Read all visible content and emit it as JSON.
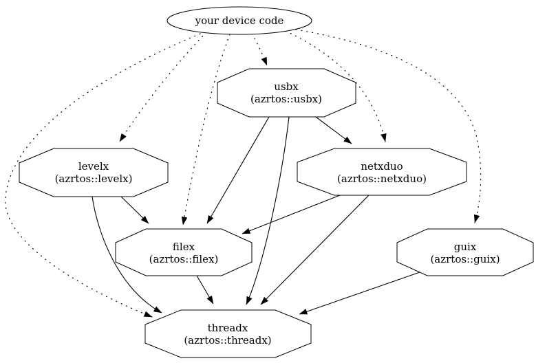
{
  "diagram": {
    "background_color": "#ffffff",
    "line_color": "#000000",
    "nodes": [
      {
        "id": "device",
        "label": "your device code",
        "sublabel": "",
        "shape": "ellipse"
      },
      {
        "id": "usbx",
        "label": "usbx",
        "sublabel": "(azrtos::usbx)",
        "shape": "octagon"
      },
      {
        "id": "levelx",
        "label": "levelx",
        "sublabel": "(azrtos::levelx)",
        "shape": "octagon"
      },
      {
        "id": "netxduo",
        "label": "netxduo",
        "sublabel": "(azrtos::netxduo)",
        "shape": "octagon"
      },
      {
        "id": "filex",
        "label": "filex",
        "sublabel": "(azrtos::filex)",
        "shape": "octagon"
      },
      {
        "id": "guix",
        "label": "guix",
        "sublabel": "(azrtos::guix)",
        "shape": "octagon"
      },
      {
        "id": "threadx",
        "label": "threadx",
        "sublabel": "(azrtos::threadx)",
        "shape": "octagon"
      }
    ],
    "edges": [
      {
        "from": "your device code",
        "to": "usbx",
        "style": "dotted"
      },
      {
        "from": "your device code",
        "to": "levelx",
        "style": "dotted"
      },
      {
        "from": "your device code",
        "to": "filex",
        "style": "dotted"
      },
      {
        "from": "your device code",
        "to": "netxduo",
        "style": "dotted"
      },
      {
        "from": "your device code",
        "to": "guix",
        "style": "dotted"
      },
      {
        "from": "your device code",
        "to": "threadx",
        "style": "dotted"
      },
      {
        "from": "usbx",
        "to": "netxduo",
        "style": "solid"
      },
      {
        "from": "usbx",
        "to": "filex",
        "style": "solid"
      },
      {
        "from": "usbx",
        "to": "threadx",
        "style": "solid"
      },
      {
        "from": "levelx",
        "to": "filex",
        "style": "solid"
      },
      {
        "from": "levelx",
        "to": "threadx",
        "style": "solid"
      },
      {
        "from": "netxduo",
        "to": "filex",
        "style": "solid"
      },
      {
        "from": "netxduo",
        "to": "threadx",
        "style": "solid"
      },
      {
        "from": "filex",
        "to": "threadx",
        "style": "solid"
      },
      {
        "from": "guix",
        "to": "threadx",
        "style": "solid"
      }
    ]
  }
}
